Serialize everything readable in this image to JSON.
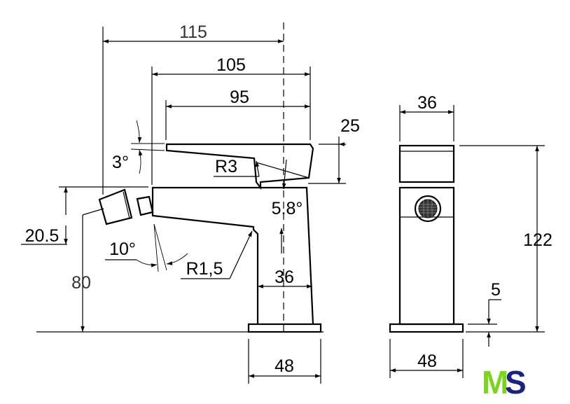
{
  "drawing": {
    "side_view": {
      "dim_overall_width": "115",
      "dim_body_width": "105",
      "dim_lever_length": "95",
      "dim_lever_height": "25",
      "dim_lever_angle": "3°",
      "dim_lever_radius": "R3",
      "dim_body_taper": "5.8°",
      "dim_spout_height": "20.5",
      "dim_spout_angle": "10°",
      "dim_spout_radius": "R1,5",
      "dim_column_width": "36",
      "dim_spout_elevation": "80",
      "dim_base_width": "48"
    },
    "front_view": {
      "dim_top_width": "36",
      "dim_total_height": "122",
      "dim_base_height": "5",
      "dim_base_width": "48"
    }
  },
  "logo": {
    "letter_m": "M",
    "letter_s": "S",
    "color_m": "#7ed321",
    "color_s": "#1a237e"
  }
}
